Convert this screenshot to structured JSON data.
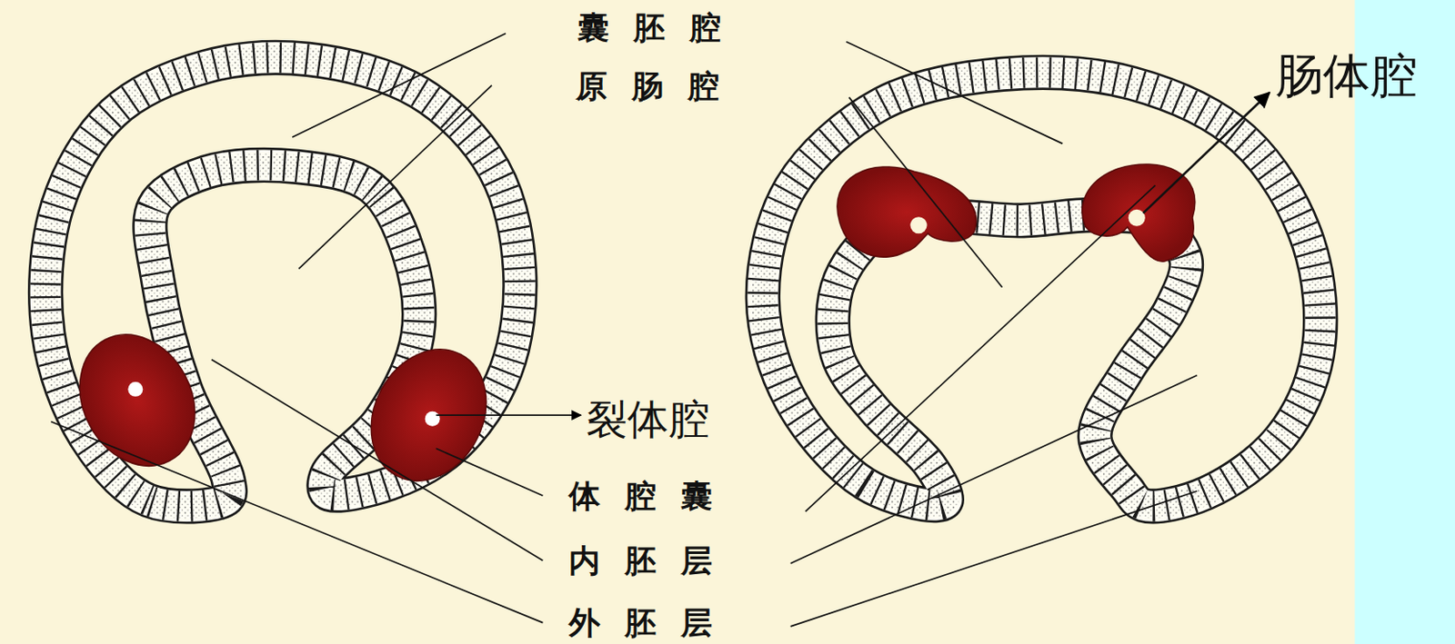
{
  "diagram": {
    "labels": [
      "囊胚腔",
      "原肠腔",
      "肠体腔",
      "裂体腔",
      "体腔囊",
      "内胚层",
      "外胚层"
    ]
  }
}
